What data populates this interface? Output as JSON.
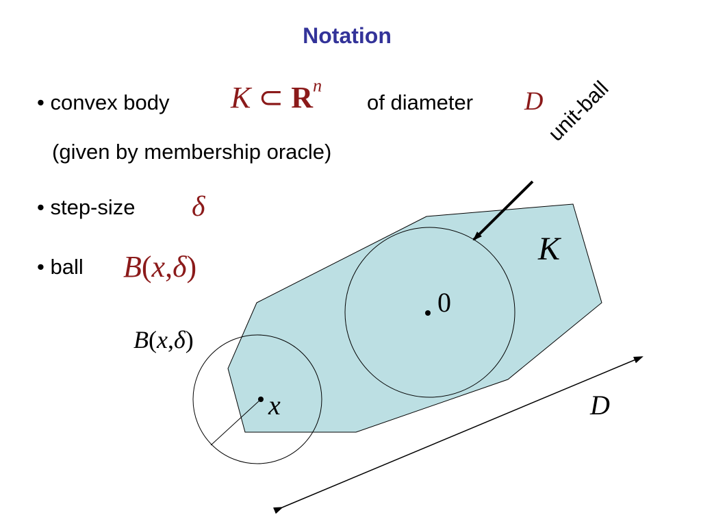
{
  "title": "Notation",
  "bullets": {
    "convex_body_label": "• convex body",
    "convex_body_math": {
      "K": "K",
      "subset": "⊂",
      "R": "R",
      "n": "n"
    },
    "of_diameter_label": "of diameter",
    "diameter_symbol": "D",
    "membership_line": "(given by membership oracle)",
    "step_size_label": "• step-size",
    "step_size_symbol": "δ",
    "ball_label": "• ball",
    "ball_math": {
      "B": "B",
      "open": "(",
      "x": "x",
      "comma": ",",
      "delta": "δ",
      "close": ")"
    }
  },
  "diagram": {
    "body_label": "K",
    "origin_label": "0",
    "unit_ball_label": "unit-ball",
    "ball_label": {
      "B": "B",
      "open": "(",
      "x": "x",
      "comma": ",",
      "delta": "δ",
      "close": ")"
    },
    "point_label": "x",
    "diameter_label": "D",
    "colors": {
      "body_fill": "#bcdfe3",
      "stroke": "#000000",
      "title": "#333399",
      "math": "#8b1a1a"
    }
  }
}
